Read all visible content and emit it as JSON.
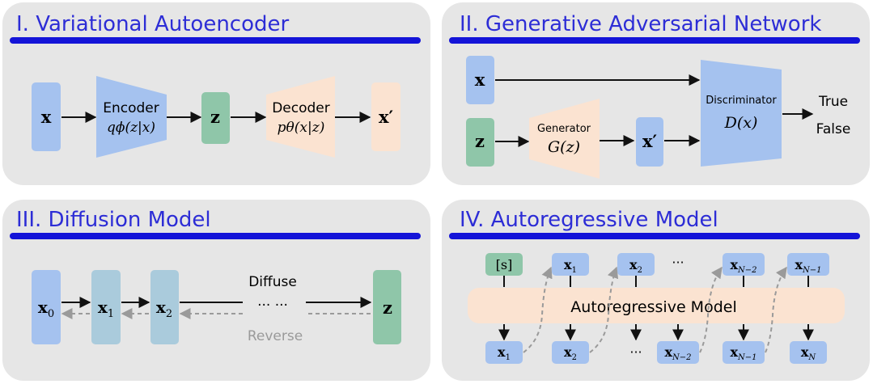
{
  "palette": {
    "panel_bg": "#e6e6e6",
    "title_color": "#2d2dd6",
    "title_bar": "#1414d8",
    "blue_block": "#a5c2ef",
    "green_block": "#8fc6a9",
    "orange_block": "#fbe3d1",
    "light_blue_block": "#aacbdc",
    "arrow": "#111111",
    "dashed_arrow": "#9a9a9a"
  },
  "vae": {
    "title": "I. Variational Autoencoder",
    "input": "x",
    "encoder_label": "Encoder",
    "encoder_formula": "qϕ(z|x)",
    "latent": "z",
    "decoder_label": "Decoder",
    "decoder_formula": "pθ(x|z)",
    "output": "x′"
  },
  "gan": {
    "title": "II. Generative Adversarial Network",
    "real_input": "x",
    "noise_input": "z",
    "generator_label": "Generator",
    "generator_formula": "G(z)",
    "fake_output": "x′",
    "discriminator_label": "Discriminator",
    "discriminator_formula": "D(x)",
    "out_true": "True",
    "out_false": "False"
  },
  "diffusion": {
    "title": "III. Diffusion Model",
    "x0": "x0",
    "x1": "x1",
    "x2": "x2",
    "ellipsis": "··· ···",
    "z": "z",
    "diffuse_label": "Diffuse",
    "reverse_label": "Reverse"
  },
  "ar": {
    "title": "IV. Autoregressive Model",
    "model_label": "Autoregressive Model",
    "start_token": "[s]",
    "top_tokens": [
      "x1",
      "x2",
      "xN−2",
      "xN−1"
    ],
    "bottom_tokens": [
      "x1",
      "x2",
      "xN−2",
      "xN−1",
      "xN"
    ],
    "ellipsis": "···"
  }
}
